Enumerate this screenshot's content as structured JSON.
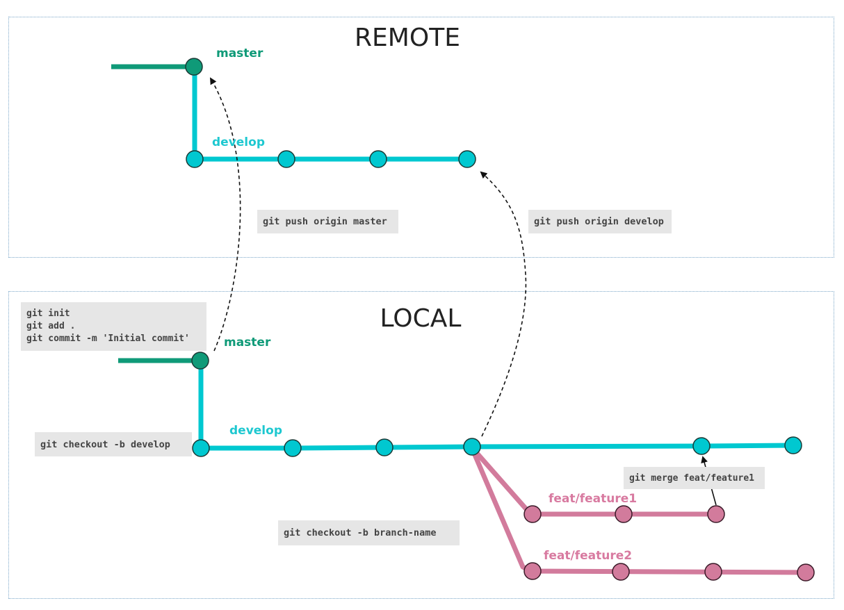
{
  "remote": {
    "title": "REMOTE",
    "master_label": "master",
    "develop_label": "develop",
    "push_master_cmd": "git push origin master",
    "push_develop_cmd": "git push origin develop"
  },
  "local": {
    "title": "LOCAL",
    "init_cmds": [
      "git init",
      "git add .",
      "git commit -m 'Initial commit'"
    ],
    "master_label": "master",
    "develop_label": "develop",
    "checkout_develop_cmd": "git checkout -b develop",
    "checkout_branch_cmd": "git checkout -b branch-name",
    "merge_cmd": "git merge feat/feature1",
    "feature1_label": "feat/feature1",
    "feature2_label": "feat/feature2"
  },
  "colors": {
    "master": "#0f9a78",
    "develop": "#00c8d0",
    "feature": "#d27b9c",
    "panel_border": "#7aa6c8",
    "command_bg": "#e6e6e6"
  }
}
